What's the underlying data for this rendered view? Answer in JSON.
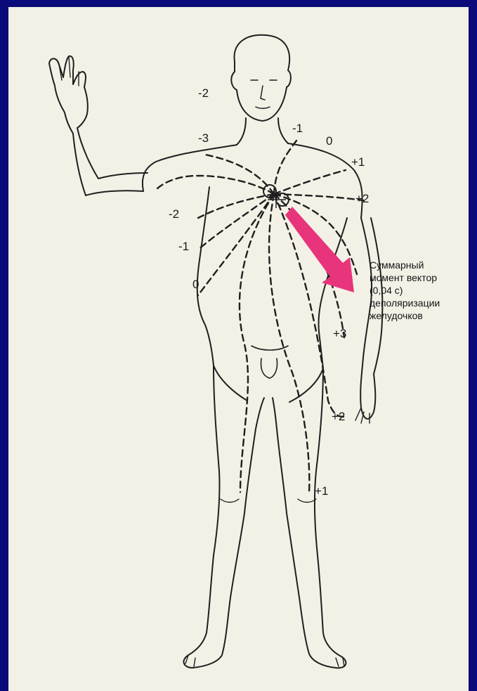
{
  "colors": {
    "frame_background": "#0a0a7a",
    "paper": "#f3f0e6",
    "ink": "#1a1a1a",
    "vector_arrow": "#e8347a"
  },
  "figure": {
    "potential_labels": [
      "-2",
      "-3",
      "-1",
      "0",
      "+1",
      "+2",
      "-2",
      "-1",
      "0",
      "+3",
      "+2",
      "+1"
    ],
    "caption_lines": [
      "Суммарный",
      "момент вектор",
      "(0,04 с)",
      "деполяризации",
      "желудочков"
    ]
  }
}
